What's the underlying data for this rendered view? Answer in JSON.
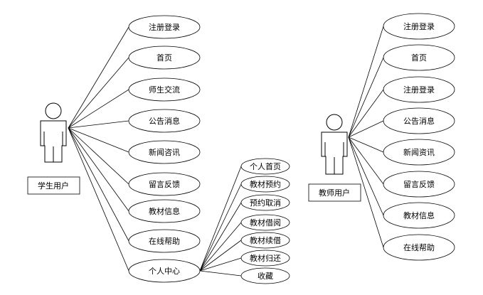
{
  "actors": {
    "student": {
      "label": "学生用户"
    },
    "teacher": {
      "label": "教师用户"
    }
  },
  "student_use_cases": [
    "注册登录",
    "首页",
    "师生交流",
    "公告消息",
    "新闻咨讯",
    "留言反馈",
    "教材信息",
    "在线帮助",
    "个人中心"
  ],
  "personal_center_use_cases": [
    "个人首页",
    "教材预约",
    "预约取消",
    "教材借阅",
    "教材续借",
    "教材归还",
    "收藏"
  ],
  "teacher_use_cases": [
    "注册登录",
    "首页",
    "注册登录",
    "公告消息",
    "新闻资讯",
    "留言反馈",
    "教材信息",
    "在线帮助"
  ]
}
